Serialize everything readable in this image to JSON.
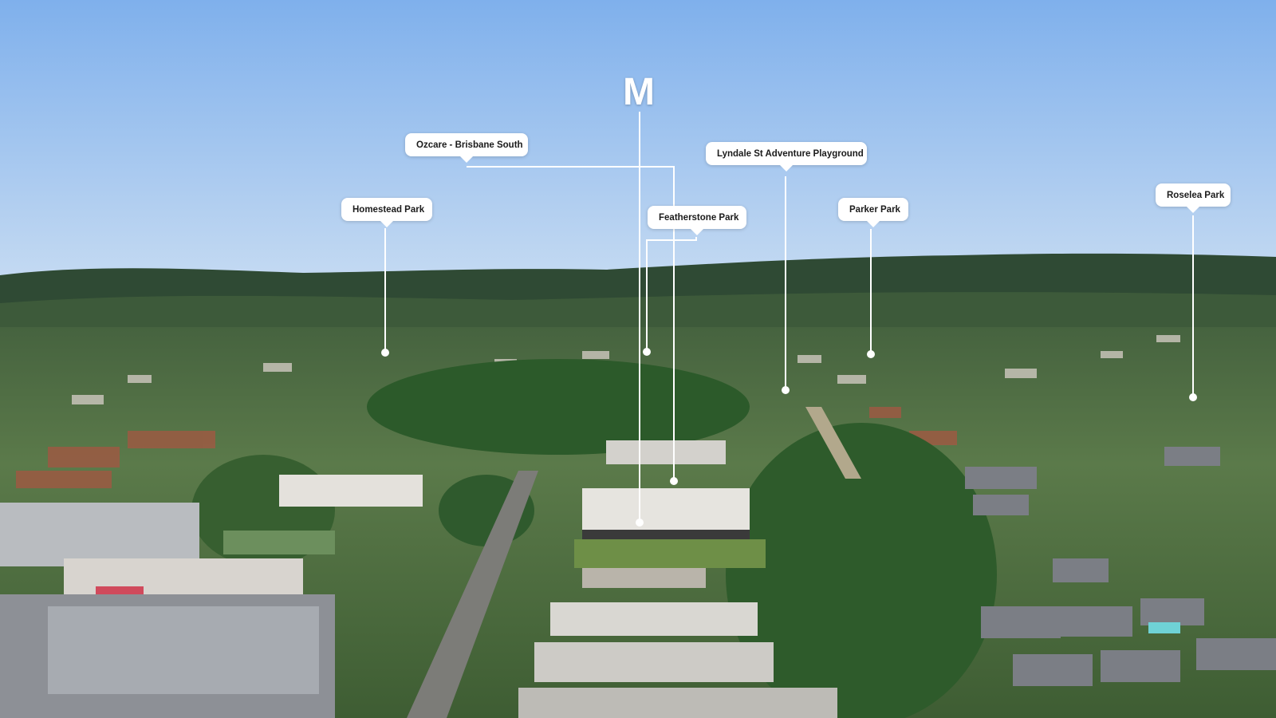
{
  "image": {
    "brand_mark": "M",
    "callouts": [
      {
        "label": "Ozcare - Brisbane South"
      },
      {
        "label": "Homestead Park"
      },
      {
        "label": "Featherstone Park"
      },
      {
        "label": "Lyndale St Adventure Playground"
      },
      {
        "label": "Parker Park"
      },
      {
        "label": "Roselea Park"
      }
    ],
    "colors": {
      "sky_top": "#7fb0ec",
      "sky_bottom": "#c3d9f2",
      "hills": "#2f4a34",
      "trees": "#2c5a2a",
      "leader_line": "#ffffff"
    }
  }
}
